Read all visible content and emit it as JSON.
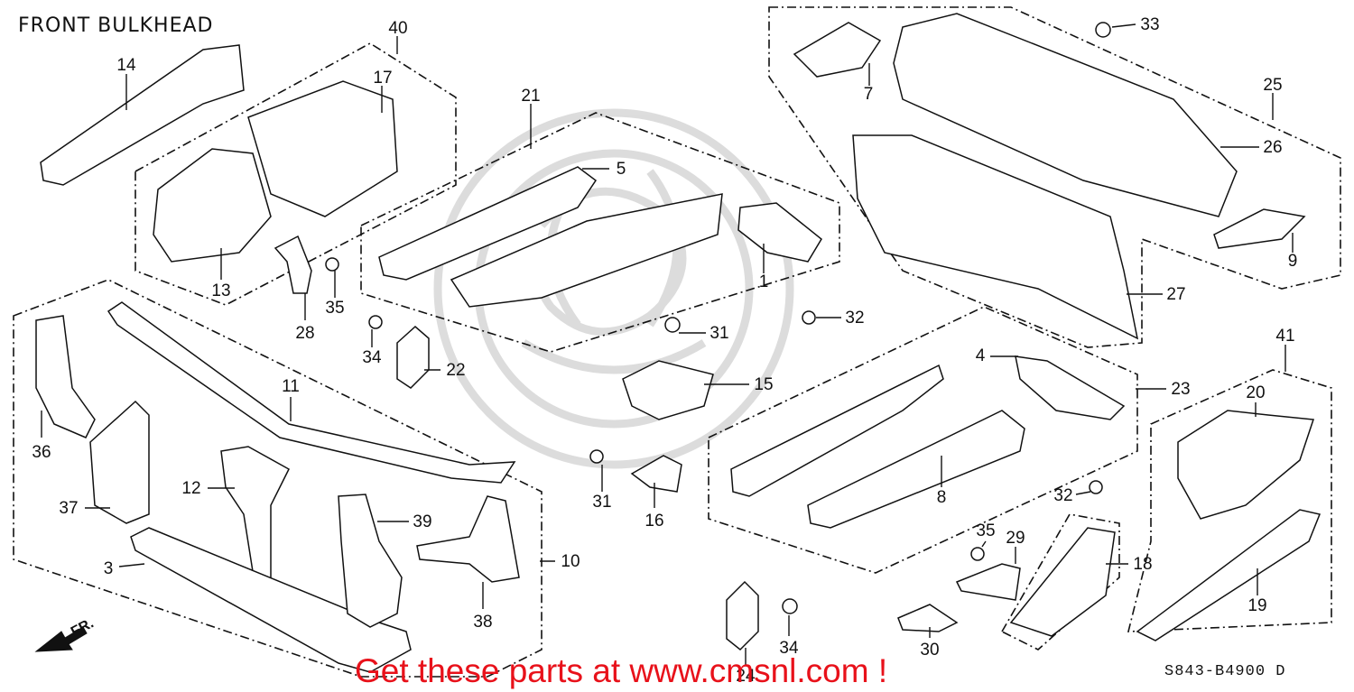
{
  "diagram": {
    "title": "FRONT BULKHEAD",
    "drawing_code": "S843-B4900 D",
    "promo_text": "Get these parts at www.cmsnl.com !",
    "direction_label": "FR.",
    "colors": {
      "ink": "#111111",
      "promo": "#e8111a",
      "watermark": "#d9d9d9"
    },
    "callouts": [
      {
        "id": "c14",
        "label": "14"
      },
      {
        "id": "c40",
        "label": "40"
      },
      {
        "id": "c17",
        "label": "17"
      },
      {
        "id": "c13",
        "label": "13"
      },
      {
        "id": "c21",
        "label": "21"
      },
      {
        "id": "c5",
        "label": "5"
      },
      {
        "id": "c1",
        "label": "1"
      },
      {
        "id": "c7",
        "label": "7"
      },
      {
        "id": "c33",
        "label": "33"
      },
      {
        "id": "c25",
        "label": "25"
      },
      {
        "id": "c26",
        "label": "26"
      },
      {
        "id": "c9",
        "label": "9"
      },
      {
        "id": "c27",
        "label": "27"
      },
      {
        "id": "c28",
        "label": "28"
      },
      {
        "id": "c35a",
        "label": "35"
      },
      {
        "id": "c34a",
        "label": "34"
      },
      {
        "id": "c22",
        "label": "22"
      },
      {
        "id": "c31a",
        "label": "31"
      },
      {
        "id": "c32a",
        "label": "32"
      },
      {
        "id": "c15",
        "label": "15"
      },
      {
        "id": "c36",
        "label": "36"
      },
      {
        "id": "c11",
        "label": "11"
      },
      {
        "id": "c37",
        "label": "37"
      },
      {
        "id": "c12",
        "label": "12"
      },
      {
        "id": "c3",
        "label": "3"
      },
      {
        "id": "c39",
        "label": "39"
      },
      {
        "id": "c10",
        "label": "10"
      },
      {
        "id": "c38",
        "label": "38"
      },
      {
        "id": "c31b",
        "label": "31"
      },
      {
        "id": "c16",
        "label": "16"
      },
      {
        "id": "c4",
        "label": "4"
      },
      {
        "id": "c23",
        "label": "23"
      },
      {
        "id": "c8",
        "label": "8"
      },
      {
        "id": "c32b",
        "label": "32"
      },
      {
        "id": "c41",
        "label": "41"
      },
      {
        "id": "c20",
        "label": "20"
      },
      {
        "id": "c35b",
        "label": "35"
      },
      {
        "id": "c29",
        "label": "29"
      },
      {
        "id": "c18",
        "label": "18"
      },
      {
        "id": "c19",
        "label": "19"
      },
      {
        "id": "c34b",
        "label": "34"
      },
      {
        "id": "c30",
        "label": "30"
      },
      {
        "id": "c24",
        "label": "24"
      }
    ]
  }
}
